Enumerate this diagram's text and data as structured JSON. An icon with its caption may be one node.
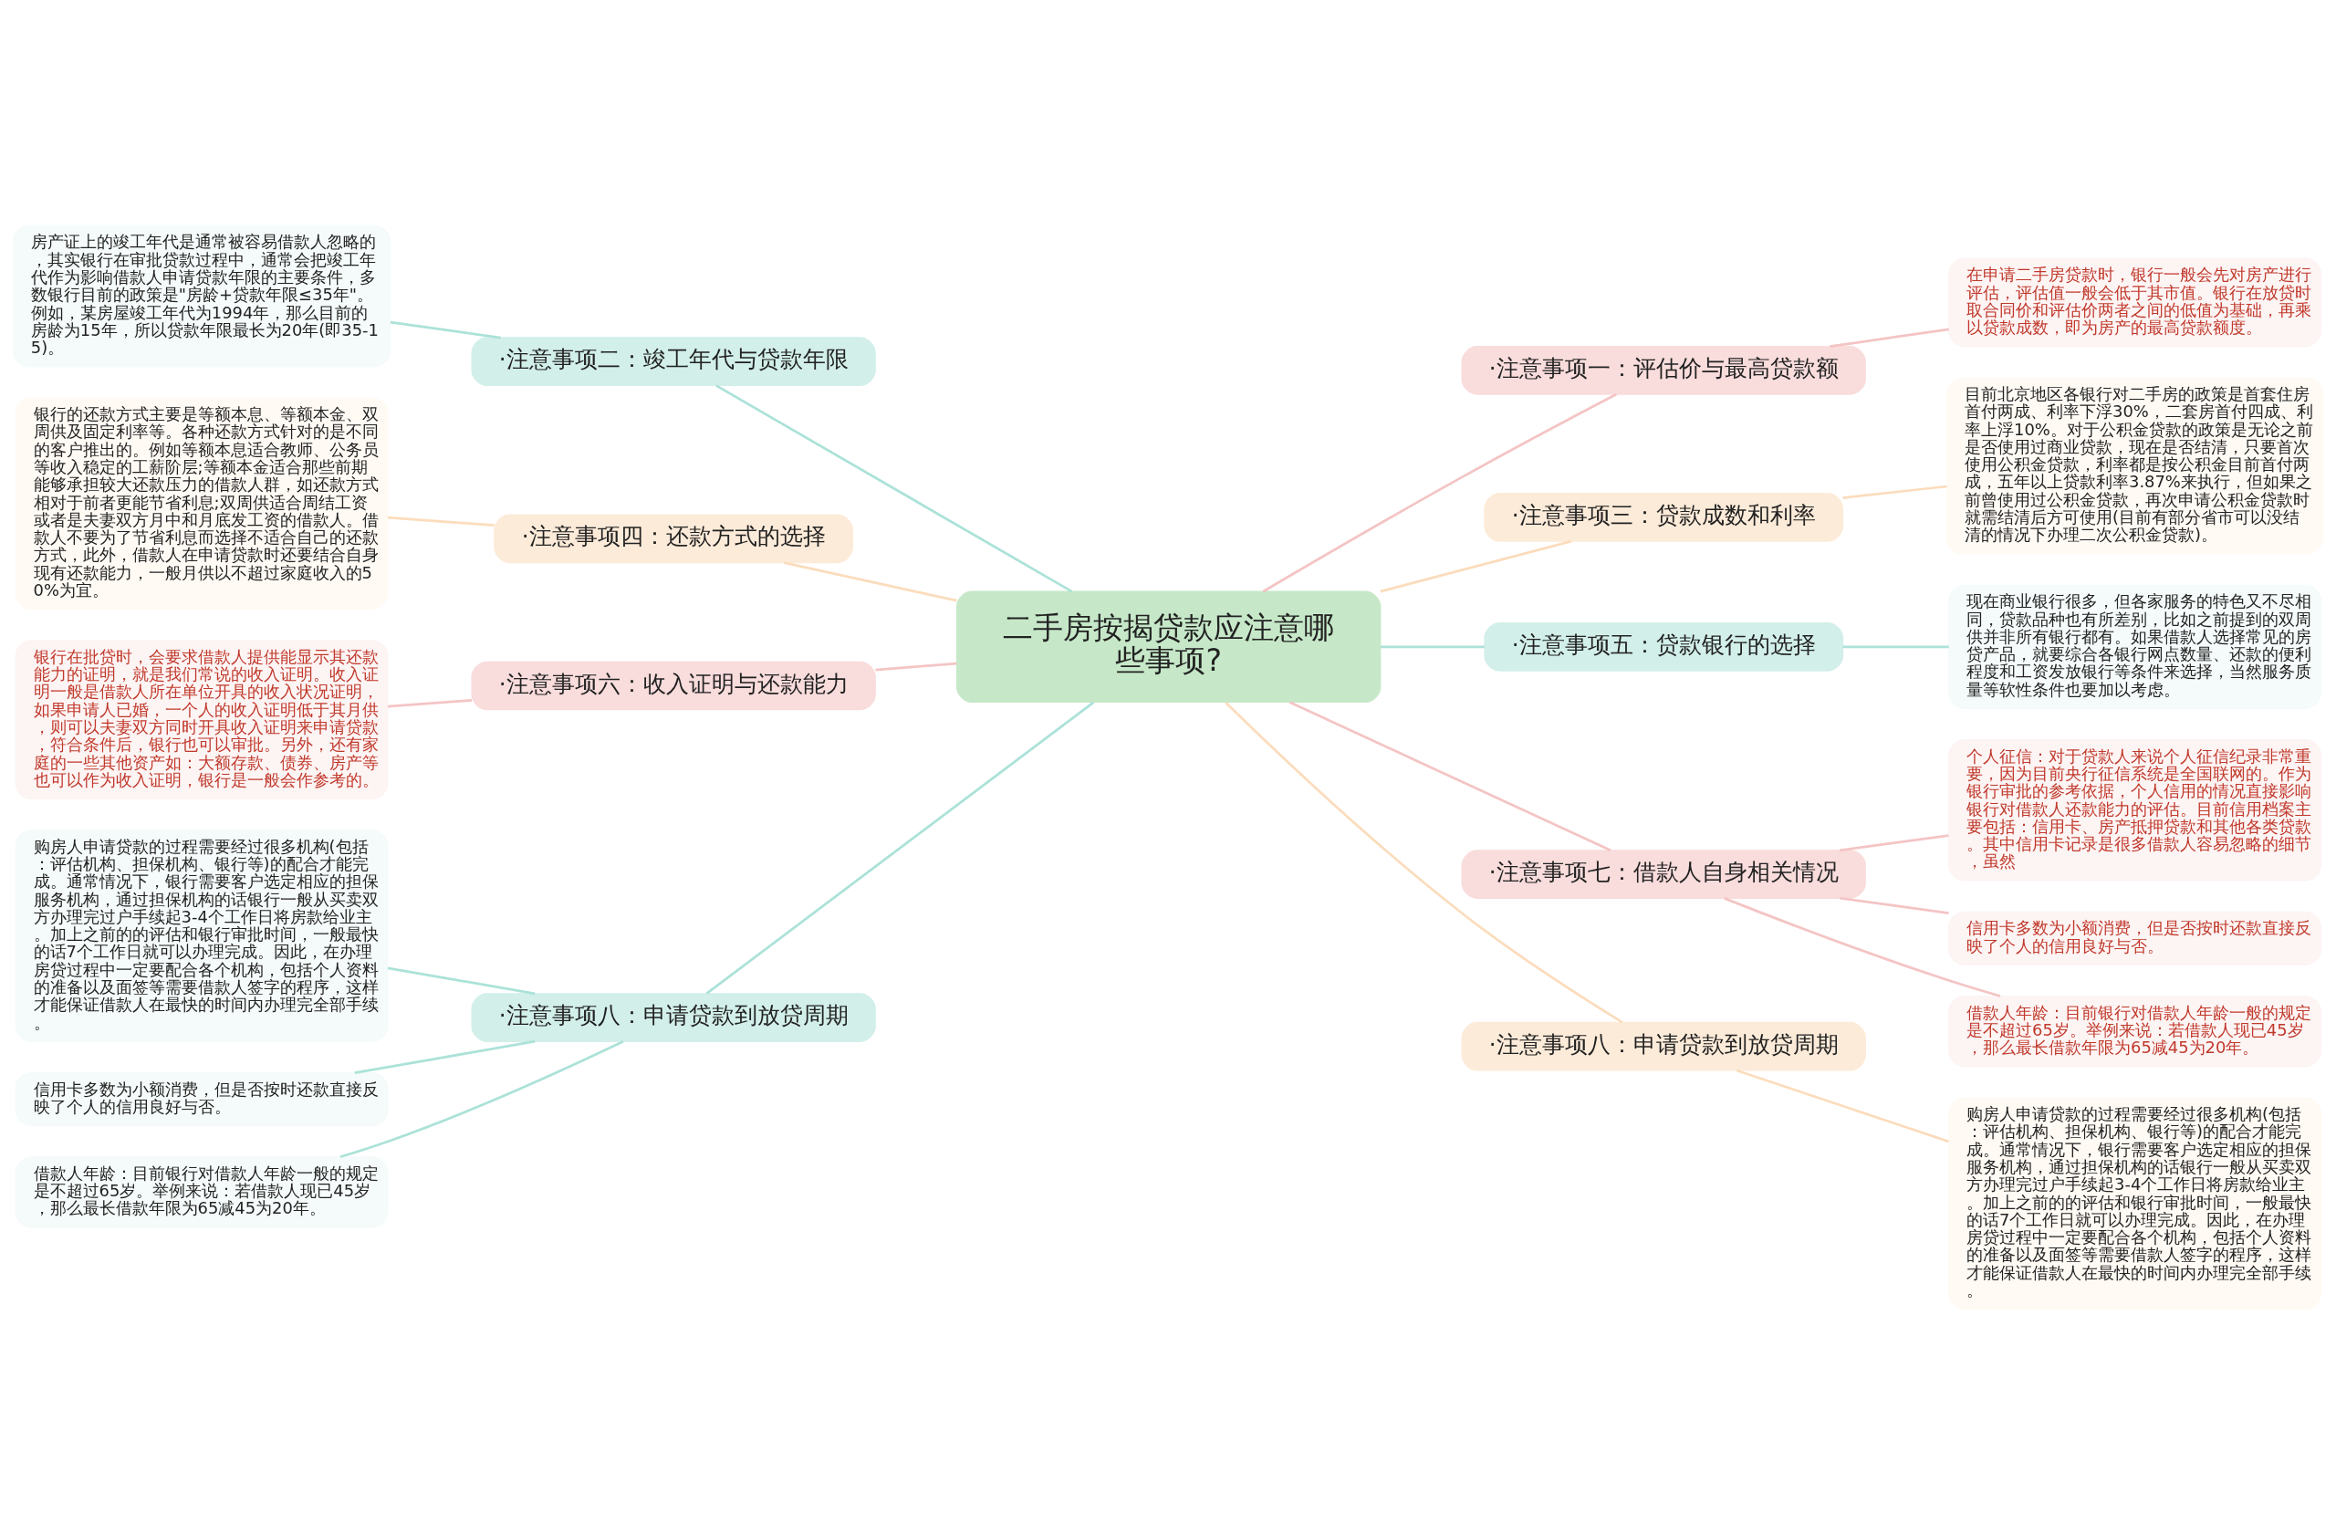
{
  "diagram": {
    "nodes": [
      {
        "text": [
          "二手房按揭贷款应注意哪些事项?"
        ]
      },
      {
        "text": [
          "·注意事项一：评估价与最高贷款额"
        ]
      },
      {
        "text": [
          "在申请二手房贷款时，银行一般会先对房产进行评估，评估值一般会低于其市值。银行在放贷时取合同价和评估价两者之间的低值为基础，再乘以贷款成数，即为房产的最高贷款额度。"
        ]
      },
      {
        "text": [
          "·注意事项三：贷款成数和利率"
        ]
      },
      {
        "text": [
          "目前北京地区各银行对二手房的政策是首套住房首付两成、利率下浮30%，二套房首付四成、利率上浮10%。对于公积金贷款的政策是无论之前是否使用过商业贷款，现在是否结清，只要首次使用公积金贷款，利率都是按公积金目前首付两成，五年以上贷款利率3.87%来执行，但如果之前曾使用过公积金贷款，再次申请公积金贷款时就需结清后方可使用(目前有部分省市可以没结清的情况下办理二次公积金贷款)。"
        ]
      },
      {
        "text": [
          "·注意事项五：贷款银行的选择"
        ]
      },
      {
        "text": [
          "现在商业银行很多，但各家服务的特色又不尽相同，贷款品种也有所差别，比如之前提到的双周供并非所有银行都有。如果借款人选择常见的房贷产品，就要综合各银行网点数量、还款的便利程度和工资发放银行等条件来选择，当然服务质量等软性条件也要加以考虑。"
        ]
      },
      {
        "text": [
          "·注意事项七：借款人自身相关情况"
        ]
      },
      {
        "text": [
          "个人征信：对于贷款人来说个人征信纪录非常重要，因为目前央行征信系统是全国联网的。作为银行审批的参考依据，个人信用的情况直接影响银行对借款人还款能力的评估。目前信用档案主要包括：信用卡、房产抵押贷款和其他各类贷款。其中信用卡记录是很多借款人容易忽略的细节，虽然"
        ]
      },
      {
        "text": [
          "信用卡多数为小额消费，但是否按时还款直接反映了个人的信用良好与否。"
        ]
      },
      {
        "text": [
          "借款人年龄：目前银行对借款人年龄一般的规定是不超过65岁。举例来说：若借款人现已45岁，那么最长借款年限为65减45为20年。"
        ]
      },
      {
        "text": [
          "·注意事项八：申请贷款到放贷周期"
        ]
      },
      {
        "text": [
          "购房人申请贷款的过程需要经过很多机构(包括：评估机构、担保机构、银行等)的配合才能完成。通常情况下，银行需要客户选定相应的担保服务机构，通过担保机构的话银行一般从买卖双方办理完过户手续起3-4个工作日将房款给业主。加上之前的的评估和银行审批时间，一般最快的话7个工作日就可以办理完成。因此，在办理房贷过程中一定要配合各个机构，包括个人资料的准备以及面签等需要借款人签字的程序，这样才能保证借款人在最快的时间内办理完全部手续。"
        ]
      },
      {
        "text": [
          "·注意事项二：竣工年代与贷款年限"
        ]
      },
      {
        "text": [
          "房产证上的竣工年代是通常被容易借款人忽略的，其实银行在审批贷款过程中，通常会把竣工年代作为影响借款人申请贷款年限的主要条件，多数银行目前的政策是\"房龄+贷款年限≤35年\"。例如，某房屋竣工年代为1994年，那么目前的房龄为15年，所以贷款年限最长为20年(即35-15)。"
        ]
      },
      {
        "text": [
          "·注意事项四：还款方式的选择"
        ]
      },
      {
        "text": [
          "银行的还款方式主要是等额本息、等额本金、双周供及固定利率等。各种还款方式针对的是不同的客户推出的。例如等额本息适合教师、公务员等收入稳定的工薪阶层;等额本金适合那些前期能够承担较大还款压力的借款人群，如还款方式相对于前者更能节省利息;双周供适合周结工资或者是夫妻双方月中和月底发工资的借款人。借款人不要为了节省利息而选择不适合自己的还款方式，此外，借款人在申请贷款时还要结合自身现有还款能力，一般月供以不超过家庭收入的50%为宜。"
        ]
      },
      {
        "text": [
          "·注意事项六：收入证明与还款能力"
        ]
      },
      {
        "text": [
          "银行在批贷时，会要求借款人提供能显示其还款能力的证明，就是我们常说的收入证明。收入证明一般是借款人所在单位开具的收入状况证明，如果申请人已婚，一个人的收入证明低于其月供，则可以夫妻双方同时开具收入证明来申请贷款，符合条件后，银行也可以审批。另外，还有家庭的一些其他资产如：大额存款、债券、房产等也可以作为收入证明，银行是一般会作参考的。"
        ]
      },
      {
        "text": [
          "·注意事项八：申请贷款到放贷周期"
        ]
      },
      {
        "text": [
          "购房人申请贷款的过程需要经过很多机构(包括：评估机构、担保机构、银行等)的配合才能完成。通常情况下，银行需要客户选定相应的担保服务机构，通过担保机构的话银行一般从买卖双方办理完过户手续起3-4个工作日将房款给业主。加上之前的的评估和银行审批时间，一般最快的话7个工作日就可以办理完成。因此，在办理房贷过程中一定要配合各个机构，包括个人资料的准备以及面签等需要借款人签字的程序，这样才能保证借款人在最快的时间内办理完全部手续。"
        ]
      },
      {
        "text": [
          "信用卡多数为小额消费，但是否按时还款直接反映了个人的信用良好与否。"
        ]
      },
      {
        "text": [
          "借款人年龄：目前银行对借款人年龄一般的规定是不超过65岁。举例来说：若借款人现已45岁，那么最长借款年限为65减45为20年。"
        ]
      }
    ],
    "edges": [
      {
        "from": 0,
        "to": 1,
        "arrow": "none",
        "color": "#f4c4c4"
      },
      {
        "from": 1,
        "to": 2,
        "arrow": "none",
        "color": "#f4c4c4"
      },
      {
        "from": 0,
        "to": 3,
        "arrow": "none",
        "color": "#fbdcbc"
      },
      {
        "from": 3,
        "to": 4,
        "arrow": "none",
        "color": "#fbdcbc"
      },
      {
        "from": 0,
        "to": 5,
        "arrow": "none",
        "color": "#abe2d8"
      },
      {
        "from": 5,
        "to": 6,
        "arrow": "none",
        "color": "#abe2d8"
      },
      {
        "from": 0,
        "to": 7,
        "arrow": "none",
        "color": "#f4c4c4"
      },
      {
        "from": 7,
        "to": 8,
        "arrow": "none",
        "color": "#f4c4c4"
      },
      {
        "from": 7,
        "to": 9,
        "arrow": "none",
        "color": "#f4c4c4"
      },
      {
        "from": 7,
        "to": 10,
        "arrow": "none",
        "color": "#f4c4c4"
      },
      {
        "from": 0,
        "to": 11,
        "arrow": "none",
        "color": "#fbdcbc"
      },
      {
        "from": 11,
        "to": 12,
        "arrow": "none",
        "color": "#fbdcbc"
      },
      {
        "from": 0,
        "to": 13,
        "arrow": "none",
        "color": "#abe2d8"
      },
      {
        "from": 13,
        "to": 14,
        "arrow": "none",
        "color": "#abe2d8"
      },
      {
        "from": 0,
        "to": 15,
        "arrow": "none",
        "color": "#fbdcbc"
      },
      {
        "from": 15,
        "to": 16,
        "arrow": "none",
        "color": "#fbdcbc"
      },
      {
        "from": 0,
        "to": 17,
        "arrow": "none",
        "color": "#f4c4c4"
      },
      {
        "from": 17,
        "to": 18,
        "arrow": "none",
        "color": "#f4c4c4"
      },
      {
        "from": 0,
        "to": 19,
        "arrow": "none",
        "color": "#abe2d8"
      },
      {
        "from": 19,
        "to": 20,
        "arrow": "none",
        "color": "#abe2d8"
      },
      {
        "from": 19,
        "to": 21,
        "arrow": "none",
        "color": "#abe2d8"
      },
      {
        "from": 19,
        "to": 22,
        "arrow": "none",
        "color": "#abe2d8"
      }
    ]
  }
}
